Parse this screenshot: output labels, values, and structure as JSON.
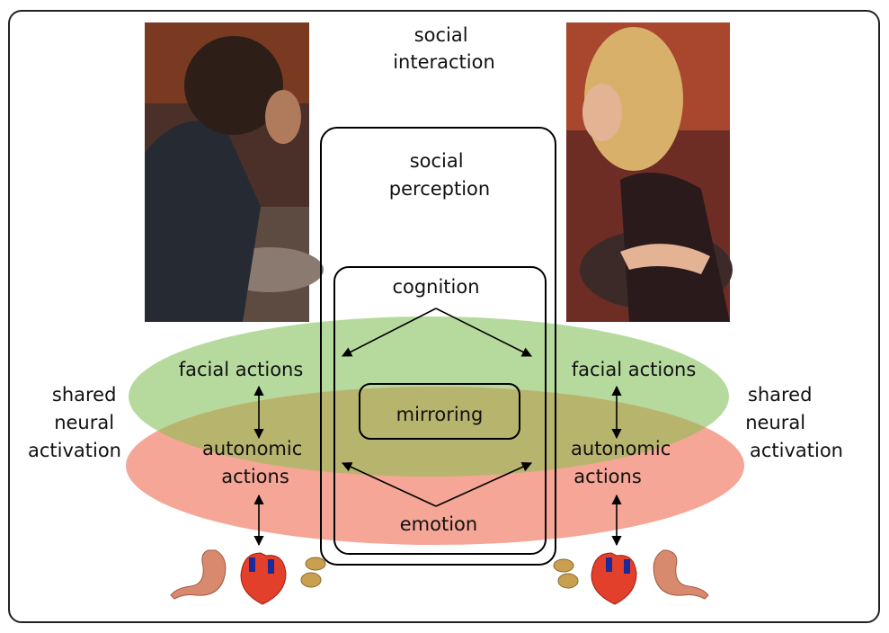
{
  "labels": {
    "social_interaction": [
      "social",
      "interaction"
    ],
    "social_perception": [
      "social",
      "perception"
    ],
    "cognition": "cognition",
    "mirroring": "mirroring",
    "emotion": "emotion",
    "facial_actions_left": "facial actions",
    "facial_actions_right": "facial actions",
    "autonomic_actions_left": [
      "autonomic",
      "actions"
    ],
    "autonomic_actions_right": [
      "autonomic",
      "actions"
    ],
    "shared_neural_activation_left": [
      "shared",
      "neural",
      "activation"
    ],
    "shared_neural_activation_right": [
      "shared",
      "neural",
      "activation"
    ]
  },
  "colors": {
    "facial_ellipse": "#b6da9e",
    "autonomic_ellipse": "#f5a696",
    "overlap": "#b7b46e"
  },
  "icons": [
    "stomach-icon",
    "heart-icon",
    "adrenal-gland-icon",
    "man-photo",
    "woman-photo"
  ]
}
